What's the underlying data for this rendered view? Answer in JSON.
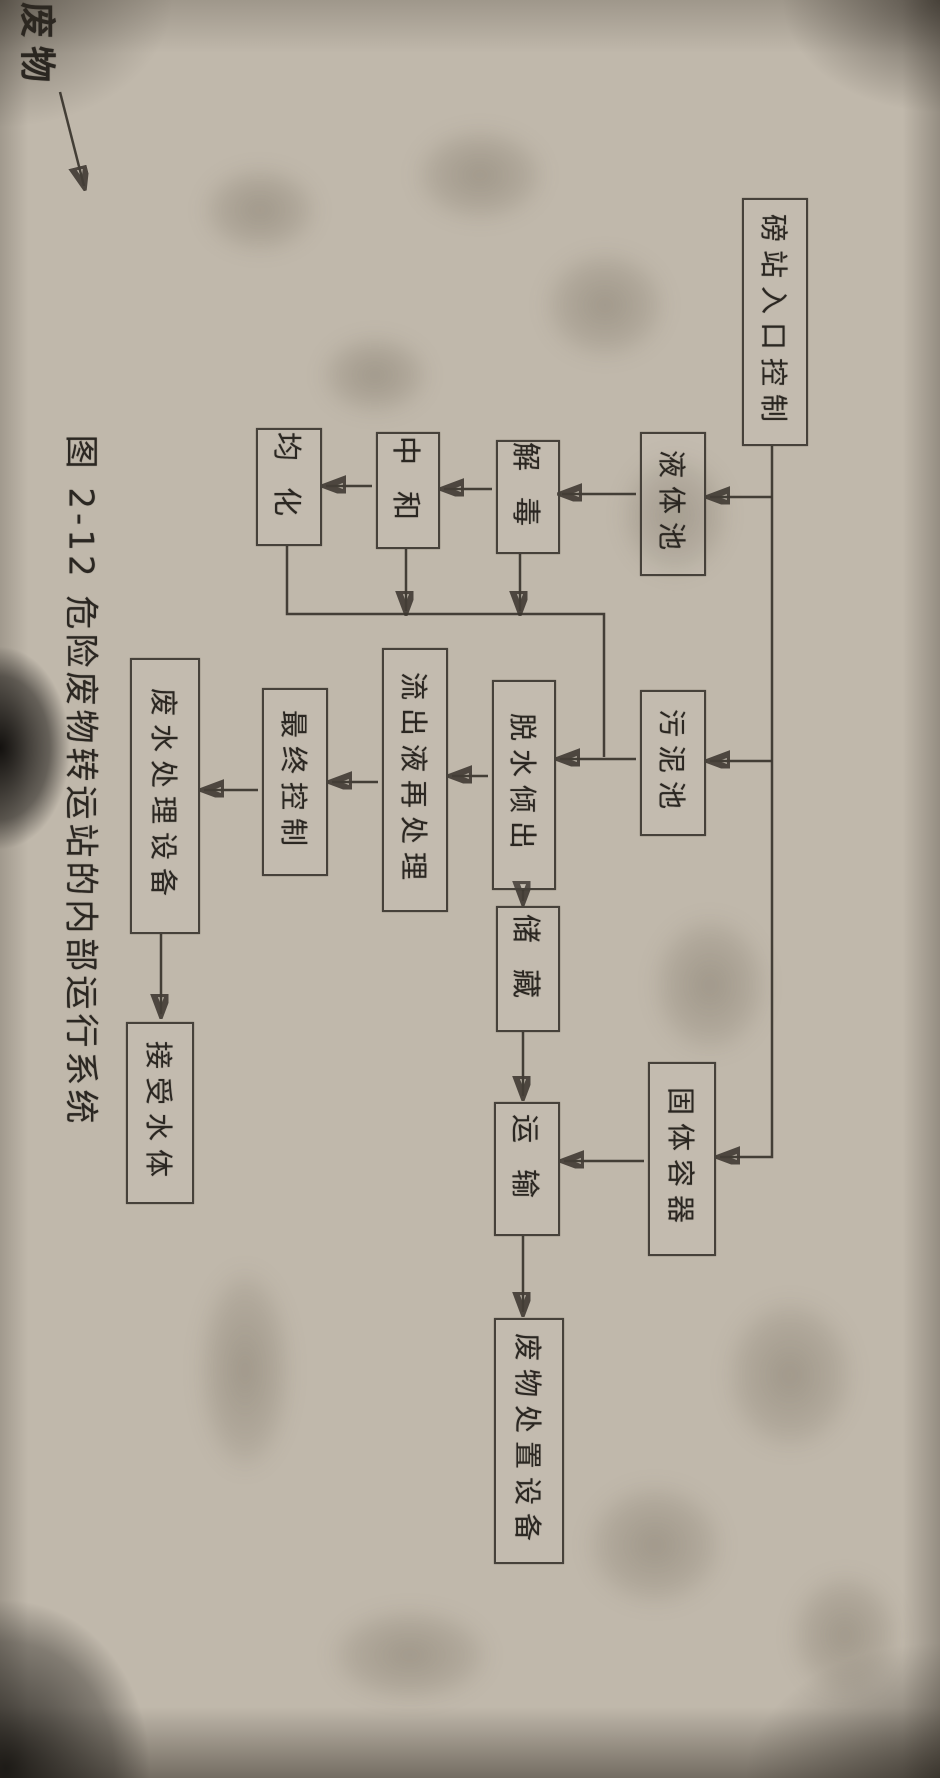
{
  "figure": {
    "entry_label": "废物",
    "caption": "图 2-12  危险废物转运站的内部运行系统",
    "nodes": [
      {
        "id": "weigh-station",
        "label": "磅站入口控制"
      },
      {
        "id": "liquid-pool",
        "label": "液体池"
      },
      {
        "id": "detox",
        "label": "解毒"
      },
      {
        "id": "neutralize",
        "label": "中和"
      },
      {
        "id": "equalize",
        "label": "均化"
      },
      {
        "id": "sludge-pool",
        "label": "污泥池"
      },
      {
        "id": "dewater-decant",
        "label": "脱水倾出"
      },
      {
        "id": "effluent-retreatment",
        "label": "流出液再处理"
      },
      {
        "id": "final-control",
        "label": "最终控制"
      },
      {
        "id": "wastewater-equipment",
        "label": "废水处理设备"
      },
      {
        "id": "receiving-water",
        "label": "接受水体"
      },
      {
        "id": "storage",
        "label": "储藏"
      },
      {
        "id": "transport",
        "label": "运输"
      },
      {
        "id": "solid-container",
        "label": "固体容器"
      },
      {
        "id": "disposal-equipment",
        "label": "废物处置设备"
      }
    ],
    "edges": [
      {
        "from": "废物",
        "to": "磅站入口控制"
      },
      {
        "from": "磅站入口控制",
        "to": "液体池"
      },
      {
        "from": "磅站入口控制",
        "to": "污泥池"
      },
      {
        "from": "磅站入口控制",
        "to": "固体容器"
      },
      {
        "from": "液体池",
        "to": "解毒"
      },
      {
        "from": "解毒",
        "to": "中和"
      },
      {
        "from": "中和",
        "to": "均化"
      },
      {
        "from": "解毒",
        "to": "脱水倾出"
      },
      {
        "from": "中和",
        "to": "脱水倾出"
      },
      {
        "from": "均化",
        "to": "脱水倾出"
      },
      {
        "from": "污泥池",
        "to": "脱水倾出"
      },
      {
        "from": "脱水倾出",
        "to": "流出液再处理"
      },
      {
        "from": "流出液再处理",
        "to": "最终控制"
      },
      {
        "from": "最终控制",
        "to": "废水处理设备"
      },
      {
        "from": "废水处理设备",
        "to": "接受水体"
      },
      {
        "from": "脱水倾出",
        "to": "储藏"
      },
      {
        "from": "储藏",
        "to": "运输"
      },
      {
        "from": "运输",
        "to": "废物处置设备"
      },
      {
        "from": "固体容器",
        "to": "运输"
      }
    ],
    "orientation": "rotated-90-clockwise"
  },
  "colors": {
    "paper": "#c0b8ab",
    "ink": "#2b2722",
    "line": "#3a352e"
  }
}
